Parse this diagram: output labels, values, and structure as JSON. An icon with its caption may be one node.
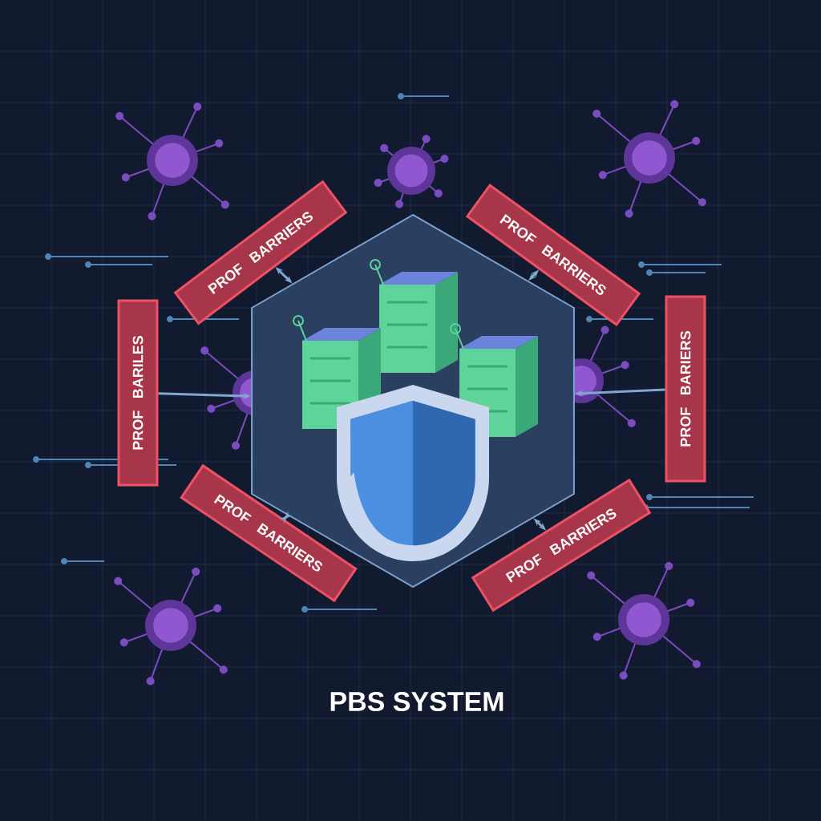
{
  "diagram": {
    "title": "PBS SYSTEM",
    "nodes": [
      {
        "text": [],
        "shape": "hexagon"
      },
      {
        "text": [
          "PROF BARRIERS"
        ]
      },
      {
        "text": [
          "PROF BARRIERS"
        ]
      },
      {
        "text": [
          "PROF BARILES"
        ]
      },
      {
        "text": [
          "PROF BARIERS"
        ]
      },
      {
        "text": [
          "PROF BARRIERS"
        ]
      },
      {
        "text": [
          "PROF BARRIERS"
        ]
      }
    ],
    "edges": [
      {
        "from": 1,
        "to": 0,
        "arrow": "both"
      },
      {
        "from": 2,
        "to": 0,
        "arrow": "both"
      },
      {
        "from": 3,
        "to": 0,
        "arrow": "to"
      },
      {
        "from": 4,
        "to": 0,
        "arrow": "to"
      },
      {
        "from": 5,
        "to": 0,
        "arrow": "both"
      },
      {
        "from": 6,
        "to": 0,
        "arrow": "both"
      }
    ]
  }
}
